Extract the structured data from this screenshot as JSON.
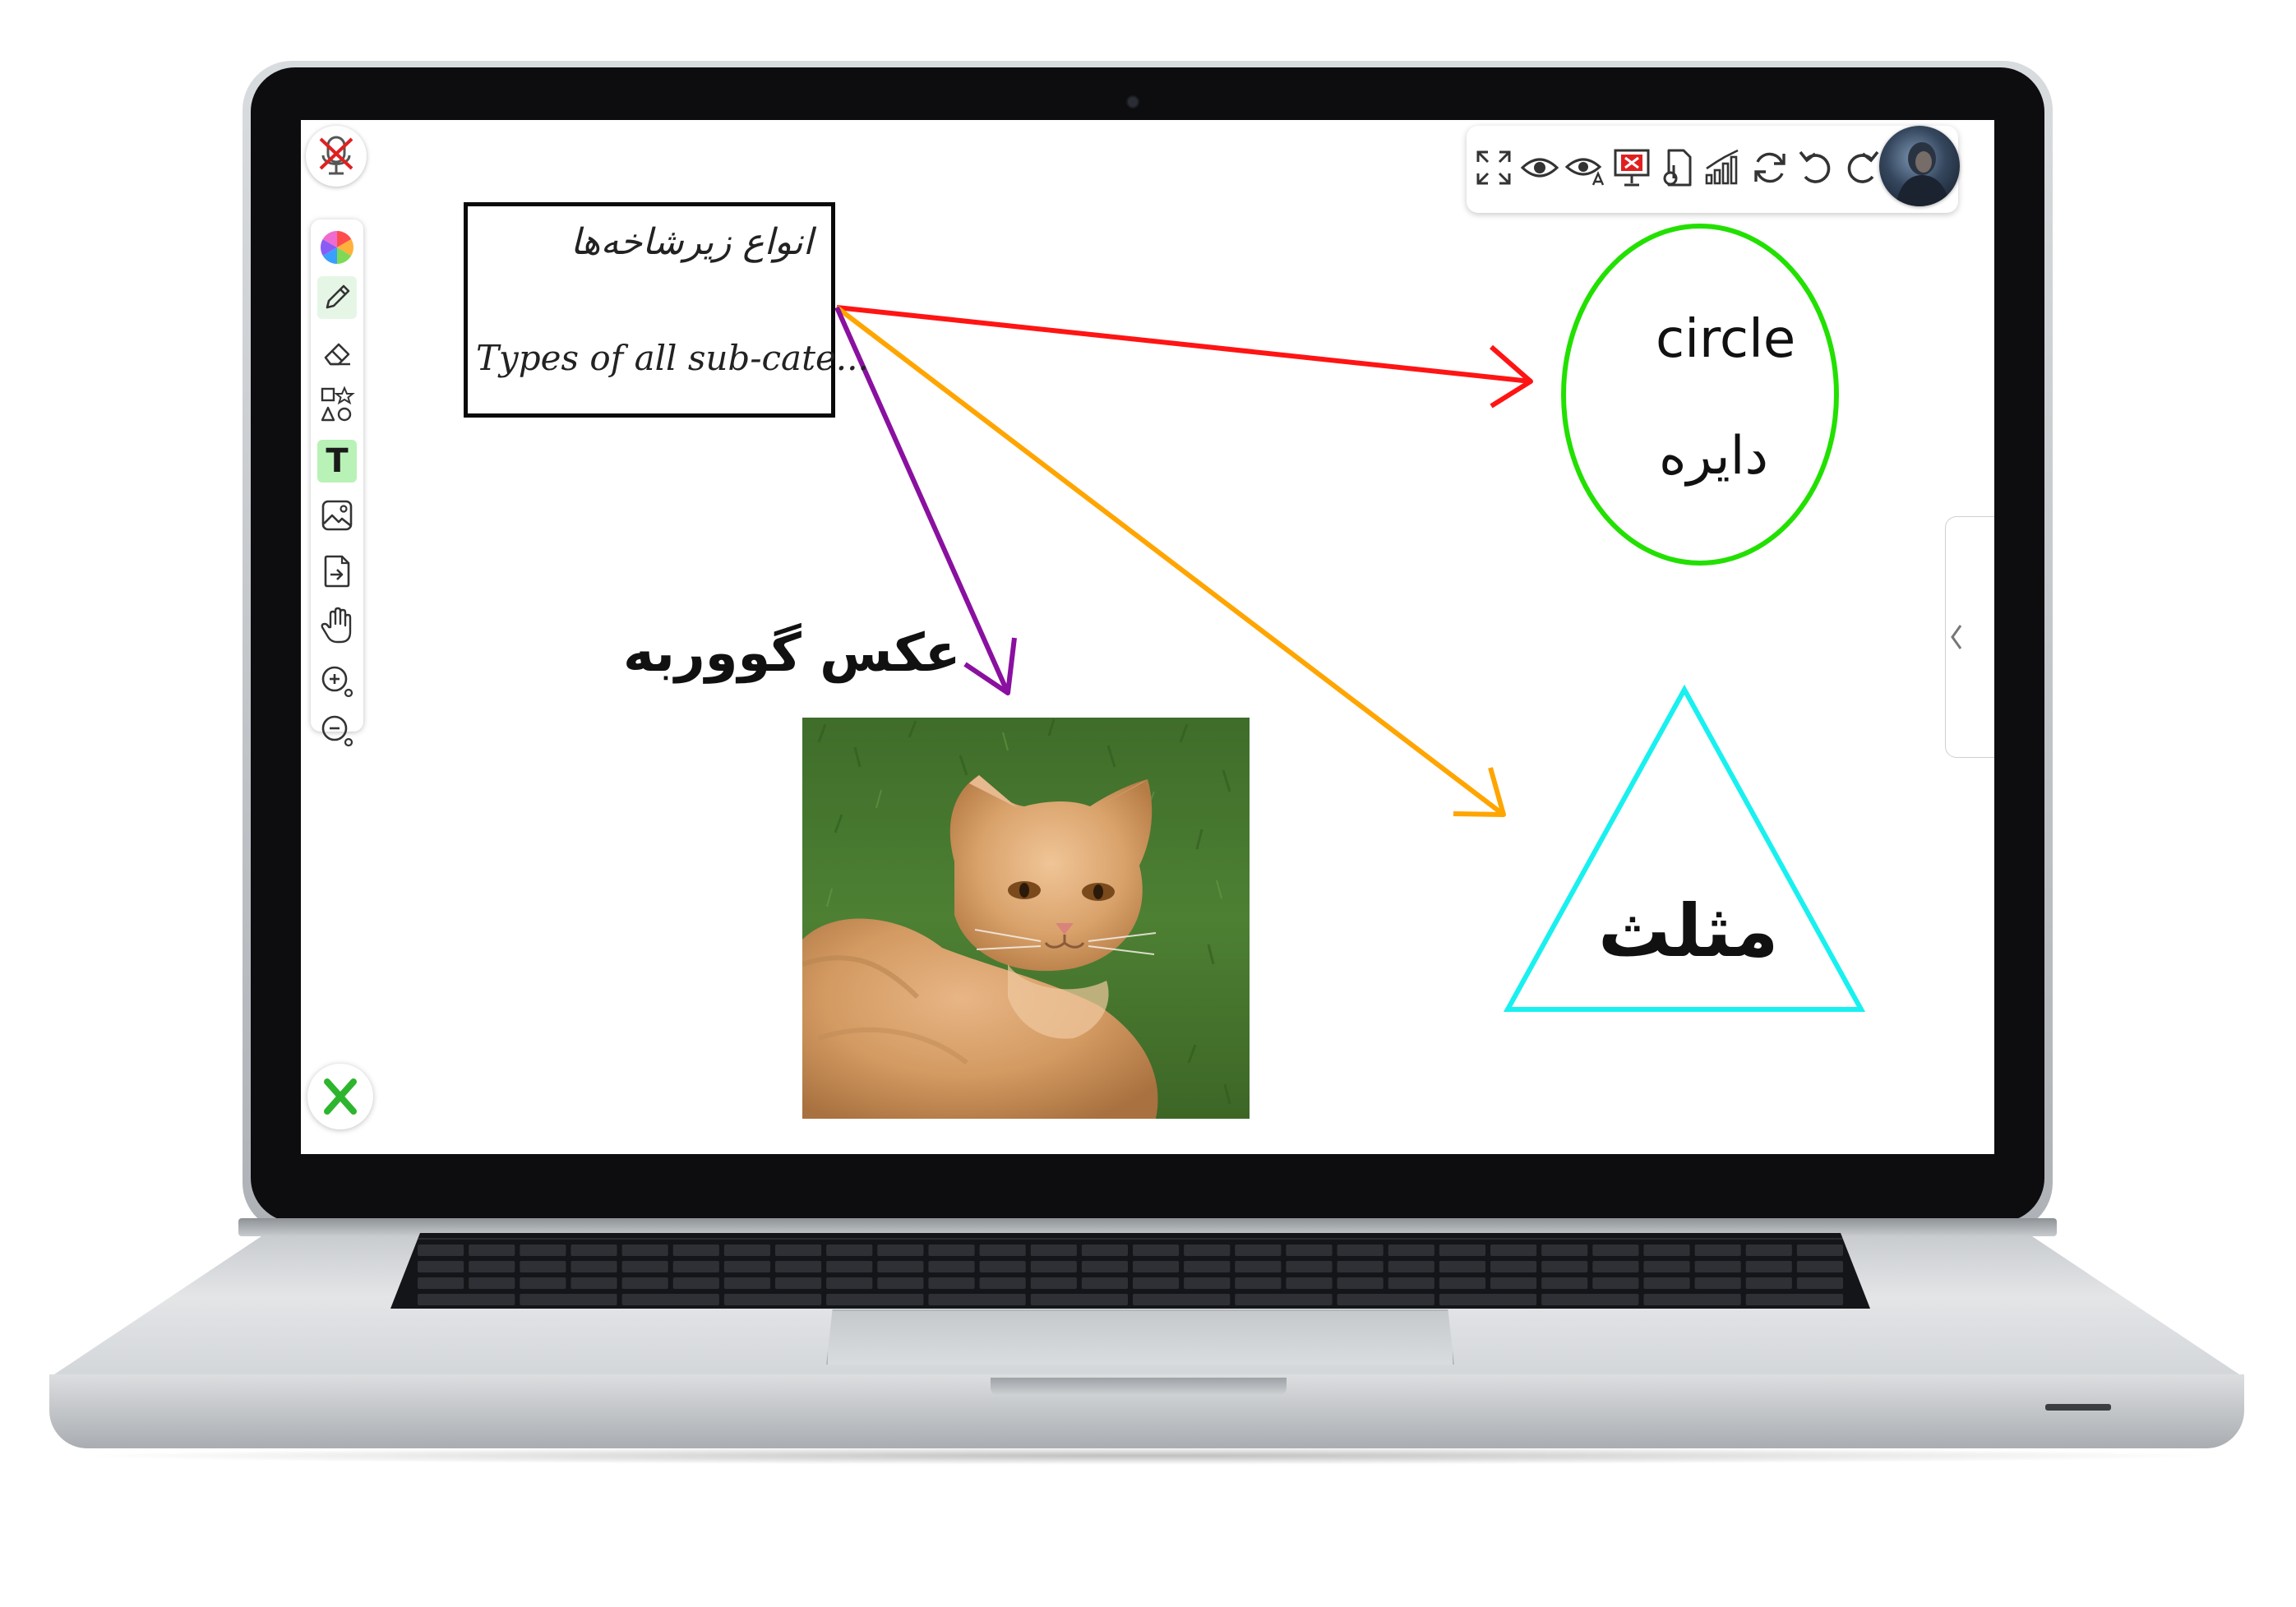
{
  "left_toolbar": {
    "tools": [
      {
        "name": "color-palette",
        "icon": "color-wheel-icon"
      },
      {
        "name": "pen",
        "icon": "pencil-icon"
      },
      {
        "name": "eraser",
        "icon": "eraser-icon"
      },
      {
        "name": "shapes",
        "icon": "shapes-icon"
      },
      {
        "name": "text",
        "icon": "text-icon",
        "label": "T"
      },
      {
        "name": "image",
        "icon": "image-icon"
      },
      {
        "name": "import-file",
        "icon": "file-import-icon"
      },
      {
        "name": "pan",
        "icon": "hand-icon"
      },
      {
        "name": "zoom-in",
        "icon": "zoom-in-icon"
      },
      {
        "name": "zoom-out",
        "icon": "zoom-out-icon"
      }
    ],
    "active_tool": "text",
    "mic_icon": "microphone-muted-icon",
    "close_icon": "close-x-icon"
  },
  "top_toolbar": {
    "icons": [
      "fullscreen-icon",
      "eye-icon",
      "eye-text-icon",
      "presentation-close-icon",
      "file-audio-icon",
      "signal-bars-icon",
      "sync-icon",
      "undo-icon",
      "redo-icon"
    ],
    "avatar": "user-avatar"
  },
  "board": {
    "note": {
      "line1": "انواع زیرشاخه‌ها",
      "line2": "Types of all sub-cate..."
    },
    "circle": {
      "label_en": "circle",
      "label_fa": "دایره",
      "stroke_color": "#22e000"
    },
    "triangle": {
      "label": "مثلث",
      "stroke_color": "#19f0f0"
    },
    "cat": {
      "caption": "عکس گووربه"
    },
    "arrows": [
      {
        "target": "circle",
        "color": "#ff1414"
      },
      {
        "target": "triangle",
        "color": "#ffa500"
      },
      {
        "target": "cat",
        "color": "#8a10a0"
      }
    ]
  },
  "colors": {
    "active_tool_bg": "#b9f2b7",
    "close_x": "#2db52d",
    "mic_cross": "#e02020"
  }
}
